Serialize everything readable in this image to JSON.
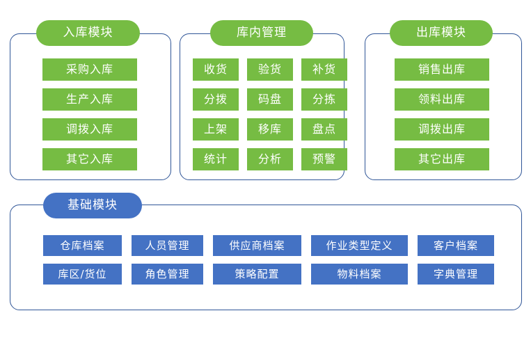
{
  "colors": {
    "green": "#76bc43",
    "blue": "#4472c4",
    "panel_border": "#2f5597",
    "background": "#ffffff",
    "text_on_chip": "#ffffff"
  },
  "modules": {
    "inbound": {
      "title": "入库模块",
      "items": [
        "采购入库",
        "生产入库",
        "调拨入库",
        "其它入库"
      ]
    },
    "internal": {
      "title": "库内管理",
      "items": [
        "收货",
        "验货",
        "补货",
        "分拨",
        "码盘",
        "分拣",
        "上架",
        "移库",
        "盘点",
        "统计",
        "分析",
        "预警"
      ]
    },
    "outbound": {
      "title": "出库模块",
      "items": [
        "销售出库",
        "领料出库",
        "调拨出库",
        "其它出库"
      ]
    },
    "basic": {
      "title": "基础模块",
      "rows": [
        [
          "仓库档案",
          "人员管理",
          "供应商档案",
          "作业类型定义",
          "客户档案"
        ],
        [
          "库区/货位",
          "角色管理",
          "策略配置",
          "物料档案",
          "字典管理"
        ]
      ]
    }
  }
}
